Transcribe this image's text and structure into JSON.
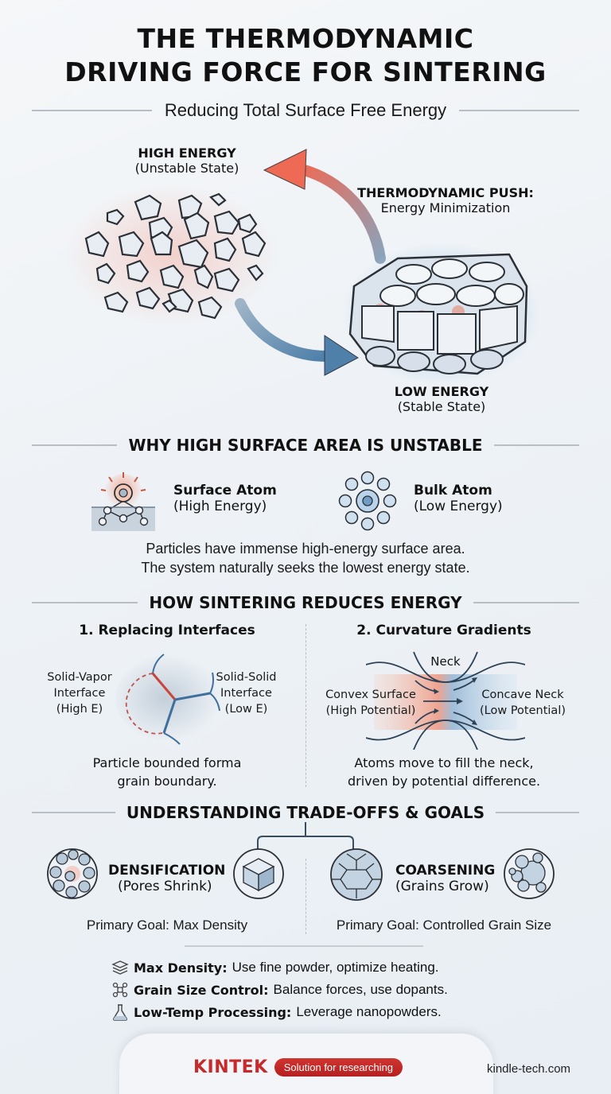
{
  "header": {
    "title_line1": "THE THERMODYNAMIC",
    "title_line2": "DRIVING FORCE FOR SINTERING",
    "subtitle": "Reducing Total Surface Free Energy"
  },
  "hero": {
    "high_energy": {
      "label": "HIGH ENERGY",
      "sub": "(Unstable State)"
    },
    "push": {
      "label": "THERMODYNAMIC PUSH:",
      "sub": "Energy Minimization"
    },
    "low_energy": {
      "label": "LOW ENERGY",
      "sub": "(Stable State)"
    },
    "colors": {
      "hot": "#e8705a",
      "cool": "#5b88ad"
    }
  },
  "why": {
    "title": "WHY HIGH SURFACE AREA IS UNSTABLE",
    "surface_atom": {
      "label": "Surface Atom",
      "sub": "(High Energy)",
      "icon": "surface-atom-icon"
    },
    "bulk_atom": {
      "label": "Bulk Atom",
      "sub": "(Low Energy)",
      "icon": "bulk-atom-icon"
    },
    "text_line1": "Particles have immense high-energy surface area.",
    "text_line2": "The system naturally seeks the lowest energy state."
  },
  "how": {
    "title": "HOW SINTERING REDUCES ENERGY",
    "left": {
      "heading": "1. Replacing Interfaces",
      "label_left_1": "Solid-Vapor",
      "label_left_2": "Interface",
      "label_left_3": "(High E)",
      "label_right_1": "Solid-Solid",
      "label_right_2": "Interface",
      "label_right_3": "(Low E)",
      "caption_1": "Particle bounded forma",
      "caption_2": "grain boundary."
    },
    "right": {
      "heading": "2. Curvature Gradients",
      "neck": "Neck",
      "convex_1": "Convex Surface",
      "convex_2": "(High Potential)",
      "concave_1": "Concave Neck",
      "concave_2": "(Low Potential)",
      "caption_1": "Atoms move to fill the neck,",
      "caption_2": "driven by potential difference."
    }
  },
  "tradeoffs": {
    "title": "UNDERSTANDING TRADE-OFFS & GOALS",
    "densification": {
      "label": "DENSIFICATION",
      "sub": "(Pores Shrink)",
      "goal": "Primary Goal: Max Density"
    },
    "coarsening": {
      "label": "COARSENING",
      "sub": "(Grains Grow)",
      "goal": "Primary Goal: Controlled Grain Size"
    }
  },
  "tips": [
    {
      "icon": "layers-icon",
      "bold": "Max Density:",
      "text": "Use fine powder, optimize heating."
    },
    {
      "icon": "network-icon",
      "bold": "Grain Size Control:",
      "text": "Balance forces, use dopants."
    },
    {
      "icon": "flask-icon",
      "bold": "Low-Temp Processing:",
      "text": "Leverage nanopowders."
    }
  ],
  "footer": {
    "brand": "KINTEK",
    "tagline": "Solution for researching",
    "website": "kindle-tech.com",
    "brand_color": "#c62a2a"
  }
}
